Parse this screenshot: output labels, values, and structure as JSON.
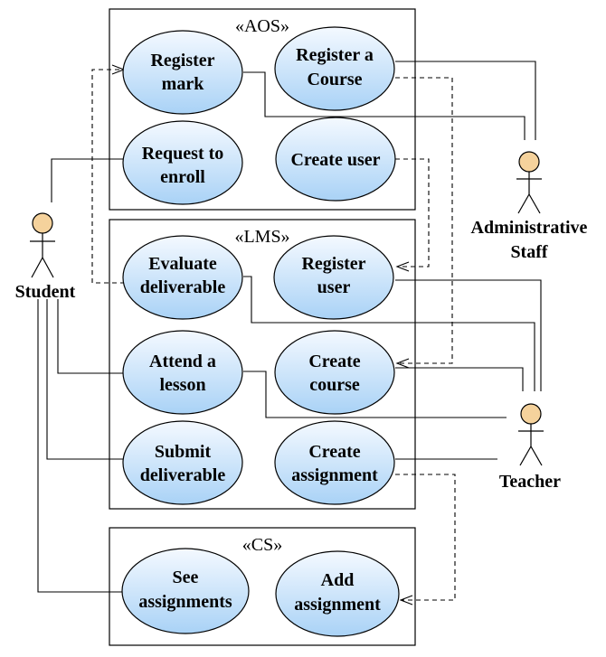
{
  "systems": {
    "aos": "«AOS»",
    "lms": "«LMS»",
    "cs": "«CS»"
  },
  "actors": {
    "student": "Student",
    "staff": [
      "Administrative",
      "Staff"
    ],
    "teacher": "Teacher"
  },
  "use_cases": {
    "register_mark": [
      "Register",
      "mark"
    ],
    "register_course": [
      "Register a",
      "Course"
    ],
    "request_enroll": [
      "Request to",
      "enroll"
    ],
    "create_user": [
      "Create user"
    ],
    "evaluate_deliverable": [
      "Evaluate",
      "deliverable"
    ],
    "register_user": [
      "Register",
      "user"
    ],
    "attend_lesson": [
      "Attend a",
      "lesson"
    ],
    "create_course": [
      "Create",
      "course"
    ],
    "submit_deliverable": [
      "Submit",
      "deliverable"
    ],
    "create_assignment": [
      "Create",
      "assignment"
    ],
    "see_assignments": [
      "See",
      "assignments"
    ],
    "add_assignment": [
      "Add",
      "assignment"
    ]
  },
  "colors": {
    "usecase_fill_light": "#f4f9ff",
    "usecase_fill_dark": "#a9d2f6",
    "actor_head": "#f5d29c"
  }
}
